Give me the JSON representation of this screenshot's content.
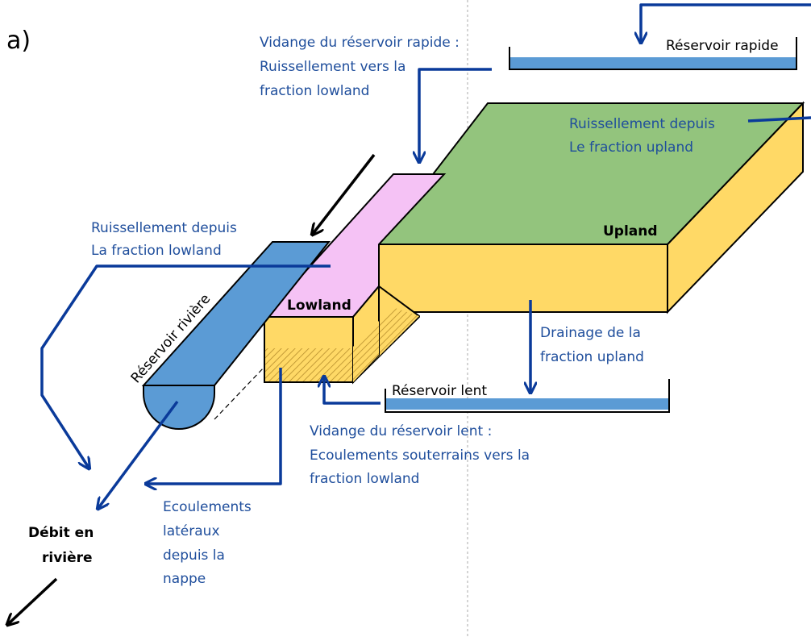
{
  "panel_label": "a)",
  "colors": {
    "arrow_blue": "#0a3a9a",
    "text_blue": "#1f4e9c",
    "upland_top": "#93c47d",
    "upland_side": "#ffd966",
    "lowland_top": "#f5c2f5",
    "river": "#5b9bd5"
  },
  "labels": {
    "reservoir_rapide": "Réservoir rapide",
    "reservoir_lent": "Réservoir lent",
    "reservoir_riviere": "Réservoir rivière",
    "upland": "Upland",
    "lowland": "Lowland",
    "debit_line1": "Débit en",
    "debit_line2": "rivière"
  },
  "annotations": {
    "vidange_rapide": [
      "Vidange du réservoir rapide :",
      "Ruissellement vers la",
      "fraction lowland"
    ],
    "ruissellement_upland": [
      "Ruissellement depuis",
      "Le fraction upland"
    ],
    "ruissellement_lowland": [
      "Ruissellement depuis",
      "La fraction lowland"
    ],
    "drainage_upland": [
      "Drainage de la",
      "fraction upland"
    ],
    "vidange_lent": [
      "Vidange du réservoir lent :",
      "Ecoulements souterrains vers la",
      "fraction lowland"
    ],
    "ecoulements_lateraux": [
      "Ecoulements",
      "latéraux",
      "depuis la",
      "nappe"
    ]
  }
}
